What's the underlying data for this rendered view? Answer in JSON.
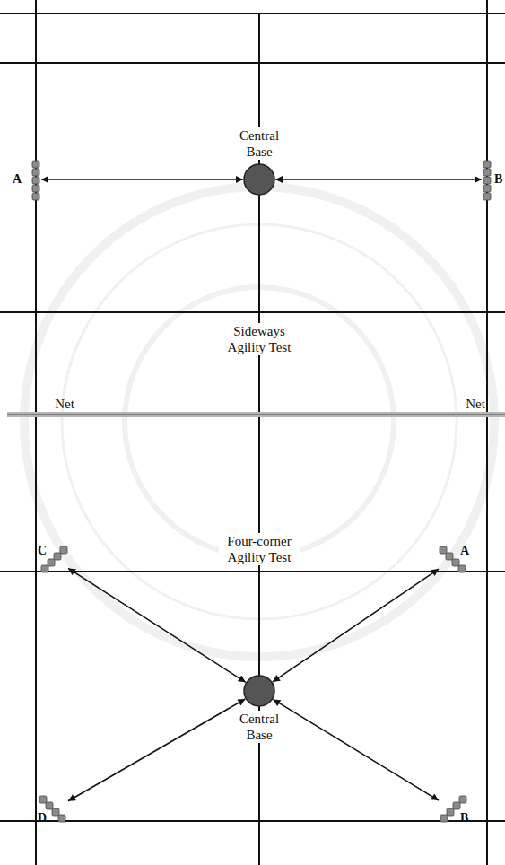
{
  "diagram": {
    "nodes": [
      {
        "text": [
          "A"
        ]
      },
      {
        "text": [
          "Central Base"
        ]
      },
      {
        "text": [
          "B"
        ]
      },
      {
        "text": [
          "C"
        ]
      },
      {
        "text": [
          "A"
        ]
      },
      {
        "text": [
          "Central Base"
        ]
      },
      {
        "text": [
          "D"
        ]
      },
      {
        "text": [
          "B"
        ]
      }
    ],
    "edges": [
      {
        "from": 1,
        "to": 0,
        "arrow": "both"
      },
      {
        "from": 1,
        "to": 2,
        "arrow": "both"
      },
      {
        "from": 5,
        "to": 3,
        "arrow": "both"
      },
      {
        "from": 5,
        "to": 4,
        "arrow": "both"
      },
      {
        "from": 5,
        "to": 6,
        "arrow": "both"
      },
      {
        "from": 5,
        "to": 7,
        "arrow": "both"
      }
    ],
    "labels": [
      "Sideways Agility Test",
      "Net",
      "Net",
      "Four-corner Agility Test"
    ]
  }
}
